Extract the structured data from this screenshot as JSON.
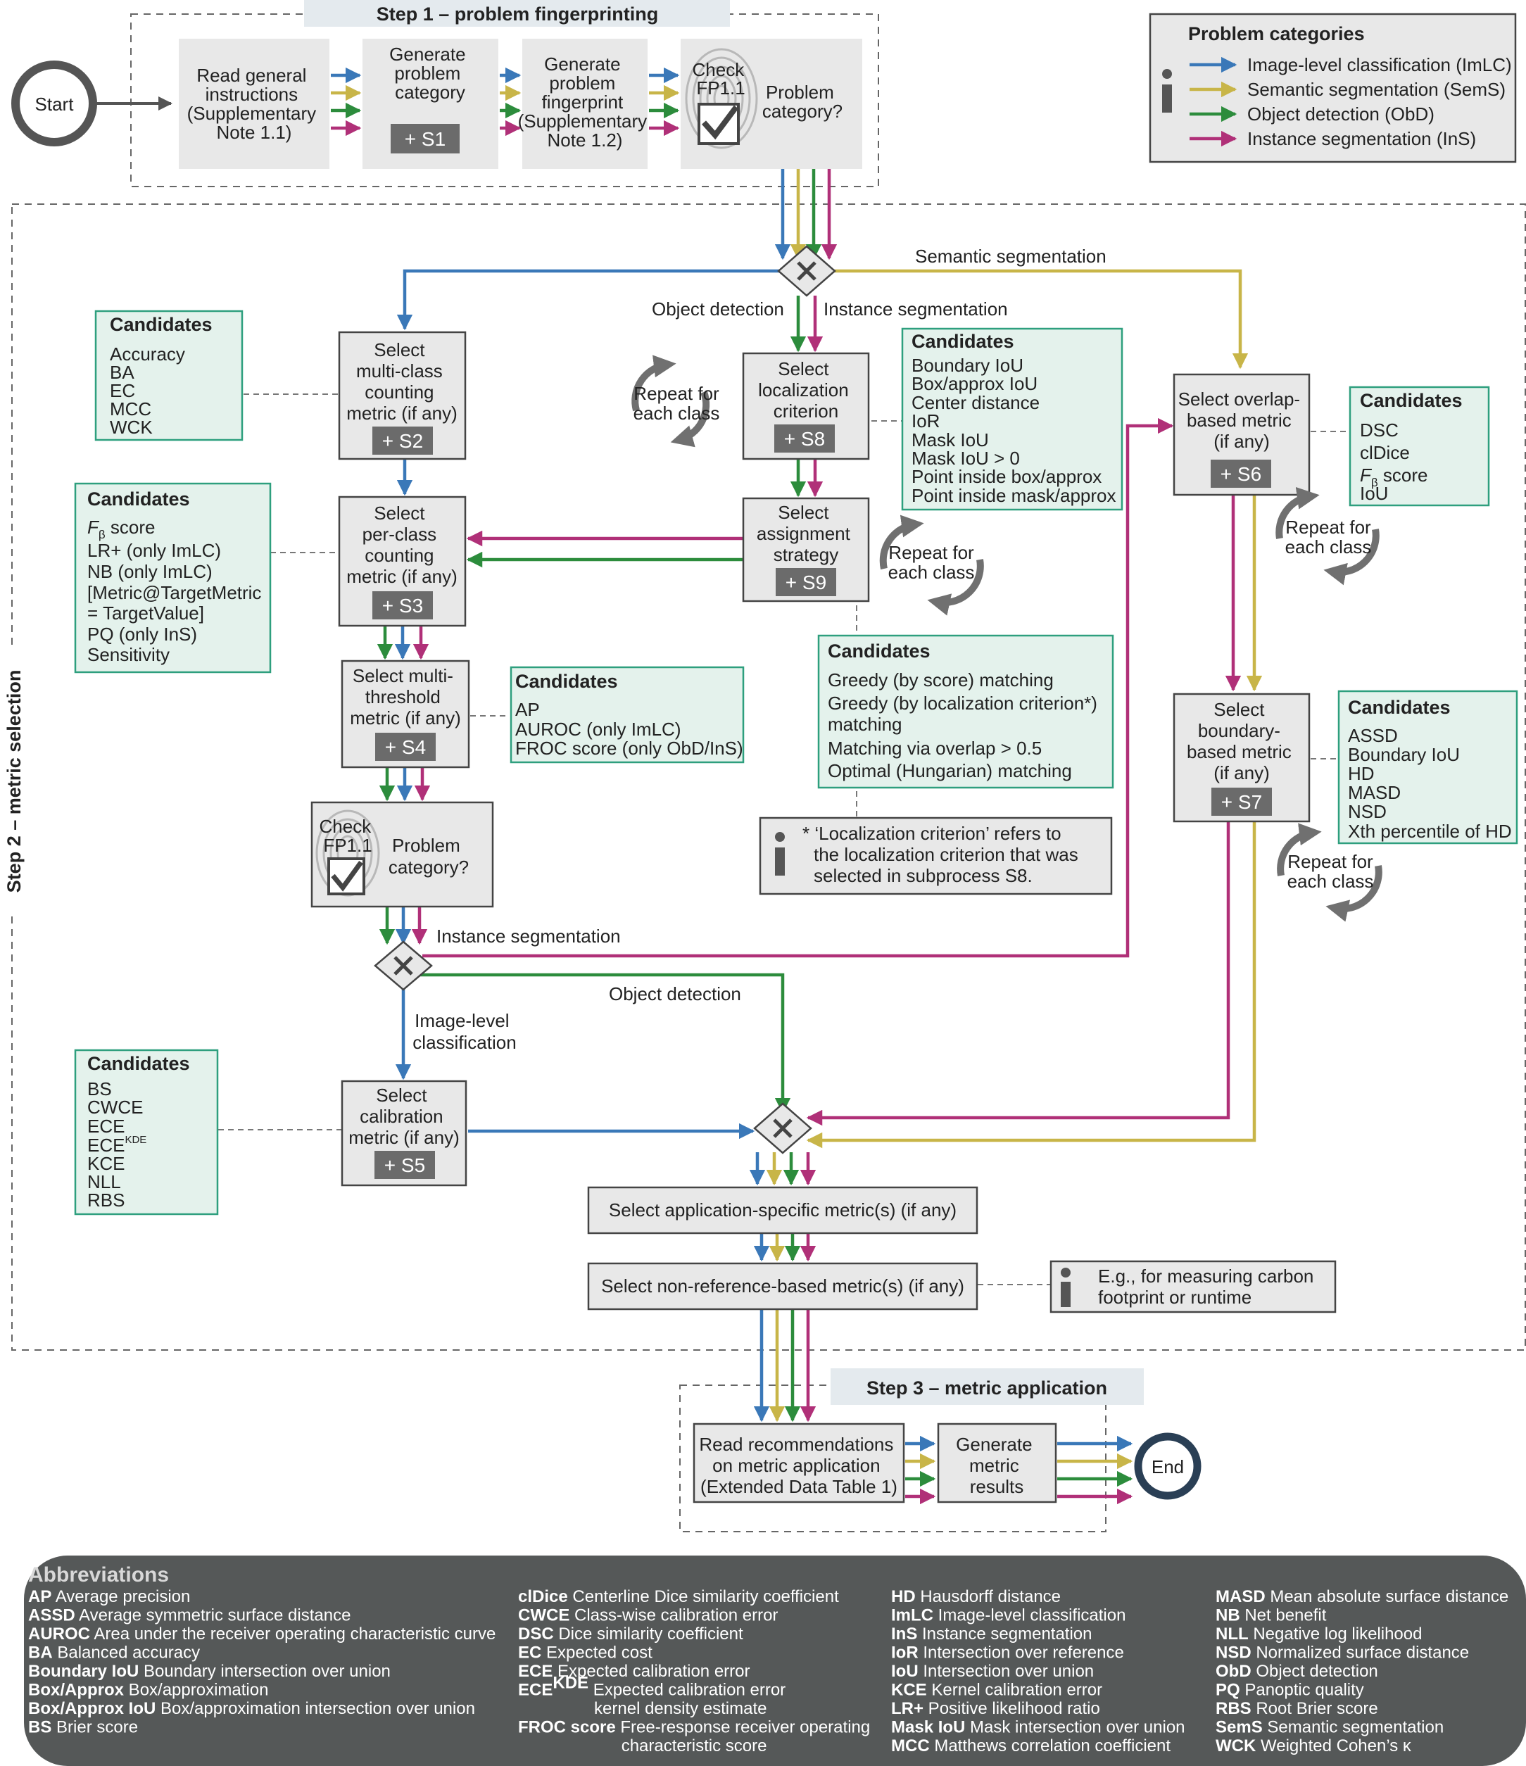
{
  "step1": {
    "title": "Step 1 – problem fingerprinting"
  },
  "step2": {
    "title": "Step 2 – metric selection"
  },
  "step3": {
    "title": "Step 3 – metric application"
  },
  "start": "Start",
  "end": "End",
  "fp": {
    "check_lines": [
      "Check",
      "FP1.1"
    ],
    "question_lines": [
      "Problem",
      "category?"
    ]
  },
  "s1_boxes": {
    "read": [
      "Read general",
      "instructions",
      "(Supplementary",
      "Note 1.1)"
    ],
    "generate_category": [
      "Generate",
      "problem",
      "category"
    ],
    "generate_fingerprint": [
      "Generate",
      "problem",
      "fingerprint",
      "(Supplementary",
      "Note 1.2)"
    ]
  },
  "badges": {
    "s1": "+ S1",
    "s2": "+ S2",
    "s3": "+ S3",
    "s4": "+ S4",
    "s5": "+ S5",
    "s6": "+ S6",
    "s7": "+ S7",
    "s8": "+ S8",
    "s9": "+ S9"
  },
  "legend": {
    "title": "Problem categories",
    "items": [
      {
        "label": "Image-level classification (ImLC)",
        "color": "#3a78b8"
      },
      {
        "label": "Semantic segmentation (SemS)",
        "color": "#c8b548"
      },
      {
        "label": "Object detection (ObD)",
        "color": "#2c8c3c"
      },
      {
        "label": "Instance segmentation (InS)",
        "color": "#b03078"
      }
    ]
  },
  "branch_labels": {
    "semantic_segmentation": "Semantic segmentation",
    "object_detection": "Object detection",
    "instance_segmentation": "Instance segmentation",
    "image_level_classification": [
      "Image-level",
      "classification"
    ]
  },
  "process": {
    "s2": [
      "Select",
      "multi-class",
      "counting",
      "metric (if any)"
    ],
    "s3": [
      "Select",
      "per-class",
      "counting",
      "metric (if any)"
    ],
    "s4": [
      "Select multi-",
      "threshold",
      "metric (if any)"
    ],
    "s5": [
      "Select",
      "calibration",
      "metric (if any)"
    ],
    "s6": [
      "Select overlap-",
      "based metric",
      "(if any)"
    ],
    "s7": [
      "Select",
      "boundary-",
      "based metric",
      "(if any)"
    ],
    "s8": [
      "Select",
      "localization",
      "criterion"
    ],
    "s9": [
      "Select",
      "assignment",
      "strategy"
    ],
    "app_specific": "Select application-specific metric(s) (if any)",
    "non_reference": "Select non-reference-based metric(s) (if any)",
    "read_recommendations": [
      "Read recommendations",
      "on metric application",
      "(Extended Data Table 1)"
    ],
    "generate_results": [
      "Generate",
      "metric",
      "results"
    ]
  },
  "repeat": [
    "Repeat for",
    "each class"
  ],
  "candidates": {
    "title": "Candidates",
    "s2": [
      "Accuracy",
      "BA",
      "EC",
      "MCC",
      "WCK"
    ],
    "s3": [
      "LR+ (only ImLC)",
      "NB (only ImLC)",
      "[Metric@TargetMetric",
      "= TargetValue]",
      "PQ (only InS)",
      "Sensitivity"
    ],
    "s3_fbeta": {
      "f": "F",
      "sub": "β",
      "rest": " score"
    },
    "s4": [
      "AP",
      "AUROC (only ImLC)",
      "FROC score (only ObD/InS)"
    ],
    "s5": [
      "BS",
      "CWCE",
      "ECE",
      "KCE",
      "NLL",
      "RBS"
    ],
    "s5_ecekde": {
      "base": "ECE",
      "sup": "KDE"
    },
    "s6": [
      "DSC",
      "clDice",
      "IoU"
    ],
    "s6_fbeta": {
      "f": "F",
      "sub": "β",
      "rest": " score"
    },
    "s7": [
      "ASSD",
      "Boundary IoU",
      "HD",
      "MASD",
      "NSD",
      "Xth percentile of HD"
    ],
    "s8": [
      "Boundary IoU",
      "Box/approx IoU",
      "Center distance",
      "IoR",
      "Mask IoU",
      "Mask IoU > 0",
      "Point inside box/approx",
      "Point inside mask/approx"
    ],
    "s9": [
      "Greedy (by score) matching",
      "Greedy (by localization criterion*)",
      "matching",
      "Matching via overlap > 0.5",
      "Optimal (Hungarian) matching"
    ]
  },
  "notes": {
    "localization": [
      "* ‘Localization criterion’ refers to",
      "the localization criterion that was",
      "selected in subprocess S8."
    ],
    "nonref": [
      "E.g., for measuring carbon",
      "footprint or runtime"
    ]
  },
  "abbreviations": {
    "title": "Abbreviations",
    "columns": [
      [
        {
          "k": "AP",
          "v": "Average precision"
        },
        {
          "k": "ASSD",
          "v": "Average symmetric surface distance"
        },
        {
          "k": "AUROC",
          "v": "Area under the receiver operating characteristic curve"
        },
        {
          "k": "BA",
          "v": "Balanced accuracy"
        },
        {
          "k": "Boundary IoU",
          "v": "Boundary intersection over union"
        },
        {
          "k": "Box/Approx",
          "v": "Box/approximation"
        },
        {
          "k": "Box/Approx IoU",
          "v": "Box/approximation intersection over union"
        },
        {
          "k": "BS",
          "v": "Brier score"
        }
      ],
      [
        {
          "k": "clDice",
          "v": "Centerline Dice similarity coefficient"
        },
        {
          "k": "CWCE",
          "v": "Class-wise calibration error"
        },
        {
          "k": "DSC",
          "v": "Dice similarity coefficient"
        },
        {
          "k": "EC",
          "v": "Expected cost"
        },
        {
          "k": "ECE",
          "v": "Expected calibration error"
        },
        {
          "k": "ECE",
          "sup": "KDE",
          "v": "Expected calibration error",
          "v2": "kernel density estimate"
        },
        {
          "k": "FROC score",
          "v": "Free-response receiver operating",
          "v2": "characteristic score"
        }
      ],
      [
        {
          "k": "HD",
          "v": "Hausdorff distance"
        },
        {
          "k": "ImLC",
          "v": "Image-level classification"
        },
        {
          "k": "InS",
          "v": "Instance segmentation"
        },
        {
          "k": "IoR",
          "v": "Intersection over reference"
        },
        {
          "k": "IoU",
          "v": "Intersection over union"
        },
        {
          "k": "KCE",
          "v": "Kernel calibration error"
        },
        {
          "k": "LR+",
          "v": "Positive likelihood ratio"
        },
        {
          "k": "Mask IoU",
          "v": "Mask intersection over union"
        },
        {
          "k": "MCC",
          "v": "Matthews correlation coefficient"
        }
      ],
      [
        {
          "k": "MASD",
          "v": "Mean absolute surface distance"
        },
        {
          "k": "NB",
          "v": "Net benefit"
        },
        {
          "k": "NLL",
          "v": "Negative log likelihood"
        },
        {
          "k": "NSD",
          "v": "Normalized surface distance"
        },
        {
          "k": "ObD",
          "v": "Object detection"
        },
        {
          "k": "PQ",
          "v": "Panoptic quality"
        },
        {
          "k": "RBS",
          "v": "Root Brier score"
        },
        {
          "k": "SemS",
          "v": "Semantic segmentation"
        },
        {
          "k": "WCK",
          "v": "Weighted Cohen’s κ"
        }
      ]
    ]
  }
}
